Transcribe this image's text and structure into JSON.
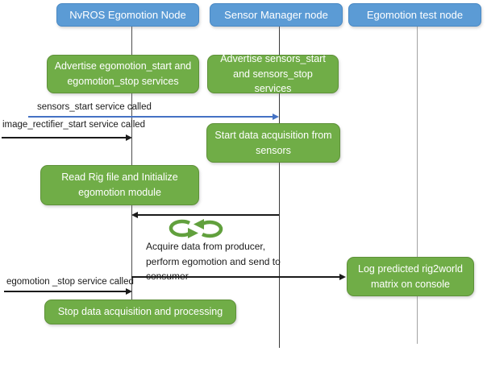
{
  "nodes": [
    {
      "label": "NvROS Egomotion Node"
    },
    {
      "label": "Sensor Manager node"
    },
    {
      "label": "Egomotion test node"
    }
  ],
  "activities": [
    {
      "label": "Advertise egomotion_start and egomotion_stop services",
      "node": "NvROS Egomotion Node"
    },
    {
      "label": "Advertise sensors_start and sensors_stop services",
      "node": "Sensor Manager node"
    },
    {
      "label": "Start data acquisition from sensors",
      "node": "Sensor Manager node"
    },
    {
      "label": "Read Rig file and Initialize egomotion module",
      "node": "NvROS Egomotion Node"
    },
    {
      "label": "Log predicted rig2world matrix on console",
      "node": "Egomotion test node"
    },
    {
      "label": "Stop data acquisition and processing",
      "node": "NvROS Egomotion Node"
    }
  ],
  "messages": [
    {
      "label": "sensors_start service called",
      "to": "Sensor Manager node",
      "color": "#4472C4"
    },
    {
      "label": "image_rectifier_start service called",
      "to": "NvROS Egomotion Node",
      "color": "#1a1a1a"
    },
    {
      "label": "",
      "from": "Sensor Manager node",
      "to": "NvROS Egomotion Node",
      "color": "#1a1a1a"
    },
    {
      "label": "",
      "from": "NvROS Egomotion Node",
      "to": "Egomotion test node",
      "color": "#1a1a1a"
    },
    {
      "label": "egomotion _stop service called",
      "to": "NvROS Egomotion Node",
      "color": "#1a1a1a"
    }
  ],
  "annotation": {
    "lines": [
      "Acquire data from producer,",
      "perform egomotion and send to",
      "consumer"
    ]
  },
  "icons": {
    "loop": "loop-arrows-icon"
  },
  "colors": {
    "node_fill": "#5B9BD5",
    "node_border": "#4a89c4",
    "activity_fill": "#70AD47",
    "activity_border": "#5e9139",
    "arrow_blue": "#4472C4",
    "arrow_black": "#1a1a1a",
    "text_on_box": "#ffffff",
    "label_text": "#1a1a1a",
    "loop_icon_green": "#61a03d"
  }
}
